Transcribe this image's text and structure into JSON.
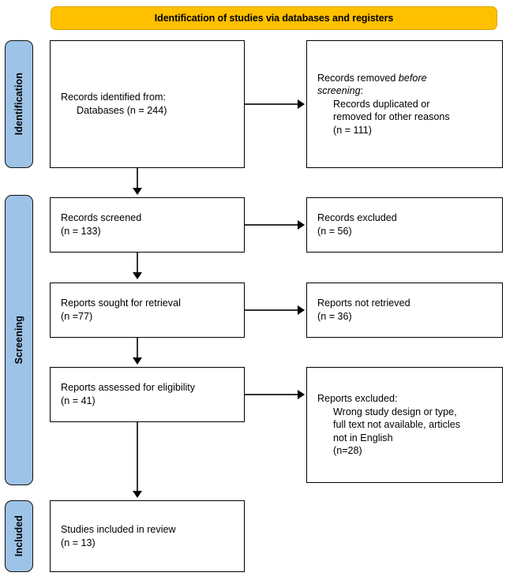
{
  "banner": {
    "title": "Identification of studies via databases and registers",
    "bg_color": "#FFC000"
  },
  "stages": {
    "bg_color": "#9DC3E6",
    "identification": "Identification",
    "screening": "Screening",
    "included": "Included"
  },
  "boxes": {
    "identified": {
      "line1": "Records identified from:",
      "line2": "Databases (n = 244)"
    },
    "removed": {
      "line1a": "Records removed ",
      "line1b": "before",
      "line2a": "screening",
      "line2b": ":",
      "line3": "Records duplicated or",
      "line4": "removed for other reasons",
      "line5": "(n = 111)"
    },
    "screened": {
      "line1": "Records screened",
      "line2": "(n = 133)"
    },
    "records_excluded": {
      "line1": "Records excluded",
      "line2": "(n = 56)"
    },
    "sought": {
      "line1": "Reports sought for retrieval",
      "line2": "(n =77)"
    },
    "not_retrieved": {
      "line1": "Reports not retrieved",
      "line2": "(n = 36)"
    },
    "assessed": {
      "line1": "Reports assessed for eligibility",
      "line2": "(n = 41)"
    },
    "reports_excluded": {
      "line1": "Reports excluded:",
      "line2": "Wrong study design or type,",
      "line3": "full text not available, articles",
      "line4": "not in English",
      "line5": "(n=28)"
    },
    "included": {
      "line1": "Studies included in review",
      "line2": "(n = 13)"
    }
  }
}
